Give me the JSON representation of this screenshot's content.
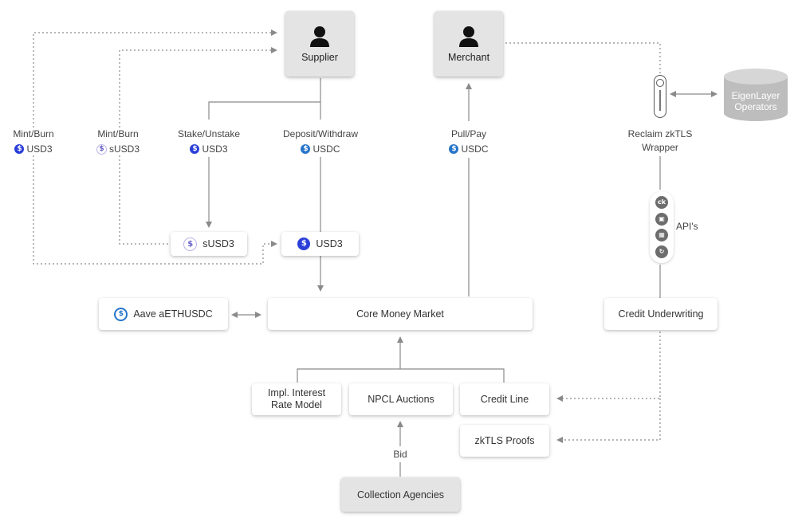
{
  "nodes": {
    "supplier": "Supplier",
    "merchant": "Merchant",
    "susd3_box": "sUSD3",
    "usd3_box": "USD3",
    "aave": "Aave aETHUSDC",
    "core": "Core Money Market",
    "credit_underwriting": "Credit Underwriting",
    "impl_interest": "Impl. Interest\nRate Model",
    "npcl": "NPCL Auctions",
    "credit_line": "Credit Line",
    "zktls_proofs": "zkTLS Proofs",
    "collection": "Collection Agencies",
    "eigen_line1": "EigenLayer",
    "eigen_line2": "Operators"
  },
  "labels": {
    "mint_burn_1": "Mint/Burn",
    "mint_burn_1_token": "USD3",
    "mint_burn_2": "Mint/Burn",
    "mint_burn_2_token": "sUSD3",
    "stake": "Stake/Unstake",
    "stake_token": "USD3",
    "deposit": "Deposit/Withdraw",
    "deposit_token": "USDC",
    "pullpay": "Pull/Pay",
    "pullpay_token": "USDC",
    "reclaim_line1": "Reclaim zkTLS",
    "reclaim_line2": "Wrapper",
    "apis": "API's",
    "bid": "Bid"
  },
  "api_icons": [
    "ck-icon",
    "square-logo-icon",
    "bank-icon",
    "refresh-logo-icon"
  ],
  "colors": {
    "usd3_coin": "#2b3fd8",
    "usdc_coin": "#2775ca",
    "susd3_coin": "#6a63c9",
    "actor_fill": "#e4e4e4",
    "line": "#888888"
  }
}
